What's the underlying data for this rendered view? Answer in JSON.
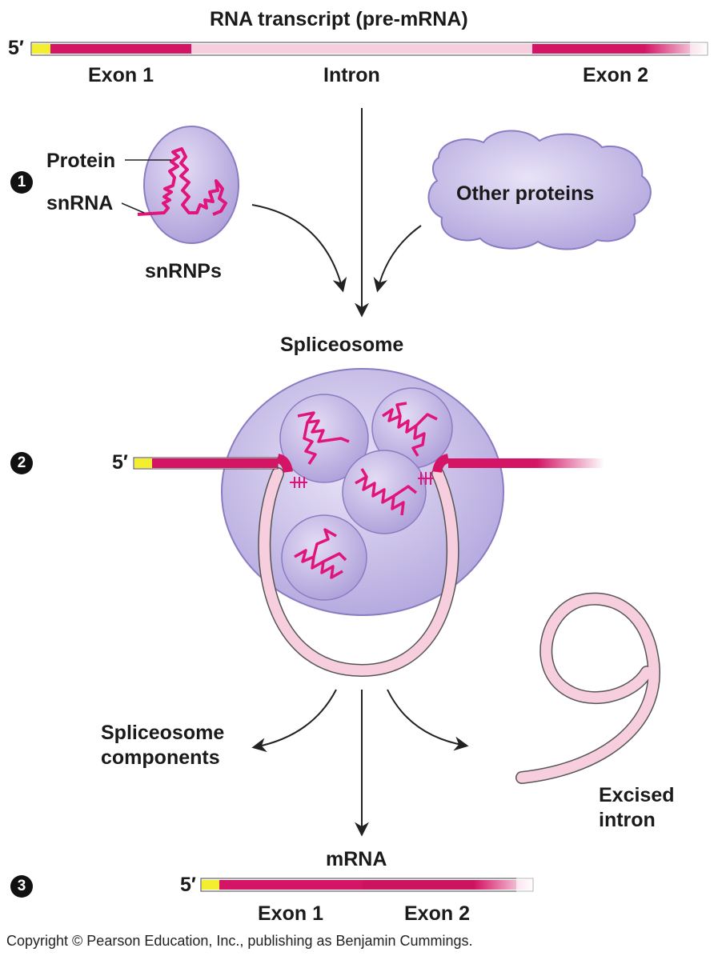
{
  "colors": {
    "exon": "#d41465",
    "intron": "#f6cedd",
    "cap": "#f4ef2e",
    "snrnp_fill": "#c9bfe6",
    "snrnp_edge": "#8a7cc2",
    "snrna": "#e0147a"
  },
  "steps": [
    "1",
    "2",
    "3"
  ],
  "step1": {
    "title": "RNA transcript (pre-mRNA)",
    "five_prime": "5′",
    "exon1": "Exon 1",
    "intron": "Intron",
    "exon2": "Exon 2",
    "protein": "Protein",
    "snrna": "snRNA",
    "snrnps": "snRNPs",
    "other_proteins": "Other proteins",
    "spliceosome": "Spliceosome"
  },
  "step2": {
    "five_prime": "5′",
    "components": "Spliceosome components",
    "excised_intron": "Excised intron"
  },
  "step3": {
    "mrna": "mRNA",
    "five_prime": "5′",
    "exon1": "Exon 1",
    "exon2": "Exon 2"
  },
  "copyright": "Copyright © Pearson Education, Inc., publishing as Benjamin Cummings."
}
